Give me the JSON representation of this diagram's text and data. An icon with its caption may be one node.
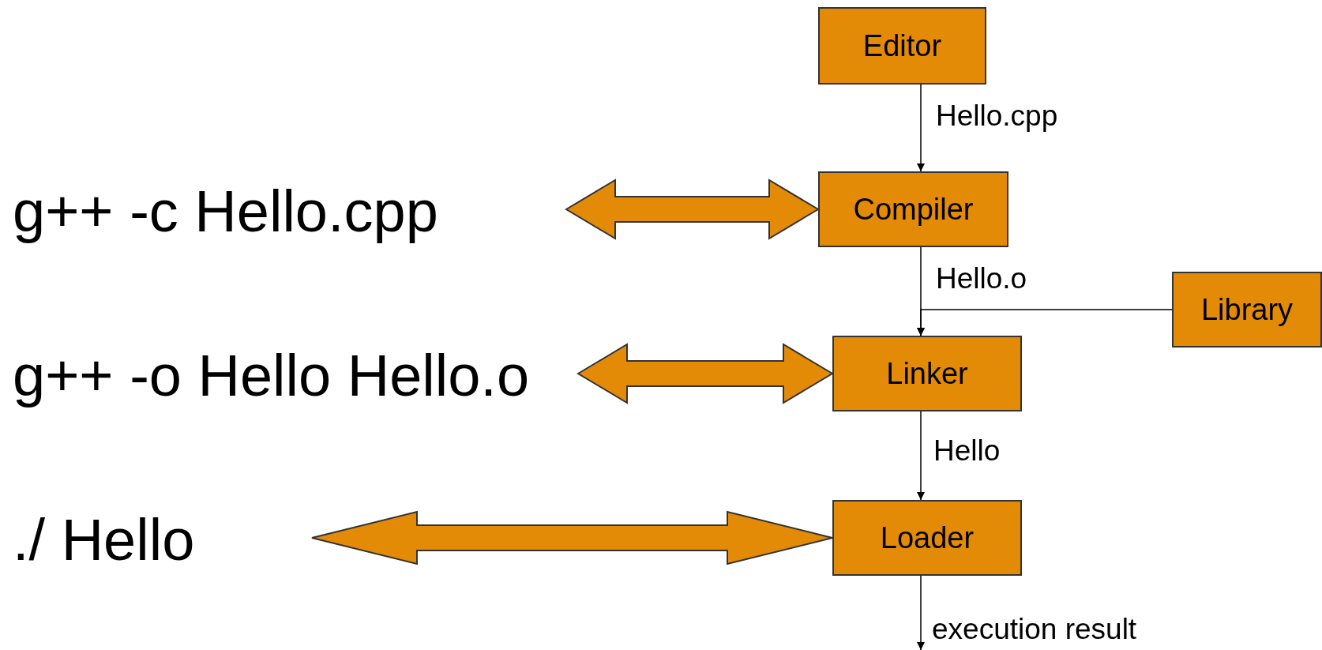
{
  "diagram": {
    "nodes": [
      {
        "text": [
          "Editor"
        ]
      },
      {
        "text": [
          "g++ -c Hello.cpp"
        ]
      },
      {
        "text": [
          "Compiler"
        ]
      },
      {
        "text": [
          "Library"
        ]
      },
      {
        "text": [
          "g++ -o Hello Hello.o"
        ]
      },
      {
        "text": [
          "Linker"
        ]
      },
      {
        "text": [
          "./ Hello"
        ]
      },
      {
        "text": [
          "Loader"
        ]
      }
    ],
    "edges": [
      {
        "from": 0,
        "to": 2,
        "arrow": "to",
        "label": "Hello.cpp"
      },
      {
        "from": 1,
        "to": 2,
        "arrow": "both",
        "style": "thick",
        "color": "#e38b06"
      },
      {
        "from": 2,
        "to": 5,
        "arrow": "to",
        "label": "Hello.o"
      },
      {
        "from": 3,
        "to": 5,
        "arrow": "to"
      },
      {
        "from": 4,
        "to": 5,
        "arrow": "both",
        "style": "thick",
        "color": "#e38b06"
      },
      {
        "from": 5,
        "to": 7,
        "arrow": "to",
        "label": "Hello"
      },
      {
        "from": 6,
        "to": 7,
        "arrow": "both",
        "style": "thick",
        "color": "#e38b06"
      },
      {
        "from": 7,
        "to": null,
        "arrow": "to",
        "label": "execution result"
      }
    ]
  }
}
